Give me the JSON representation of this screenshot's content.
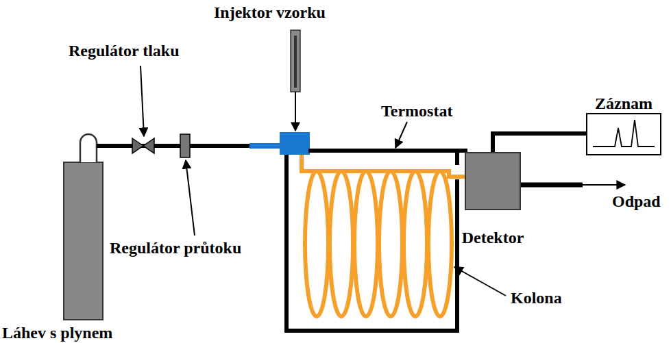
{
  "diagram": {
    "nodes": [
      {
        "text": [
          "Detektor"
        ]
      },
      {
        "text": [
          "Záznam"
        ]
      }
    ],
    "edges": [
      {
        "from": 0,
        "to": 1,
        "arrow": "none"
      }
    ],
    "labels": [
      "Injektor vzorku",
      "Regulátor tlaku",
      "Termostat",
      "Regulátor průtoku",
      "Odpad",
      "Kolona",
      "Láhev s plynem"
    ]
  }
}
